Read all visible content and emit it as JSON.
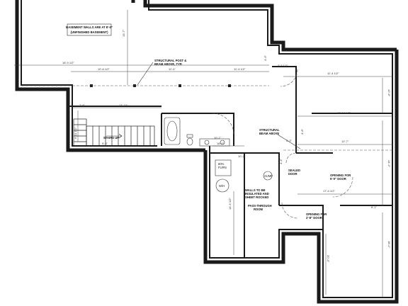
{
  "notes": {
    "basement_walls": [
      "BASEMENT WALLS ARE AT 8'-0\"",
      "(UNFINISHED BASEMENT)"
    ],
    "structural_post": [
      "STRUCTURAL POST &",
      "BEAM ABOVE, TYP."
    ],
    "structural_beam": [
      "STRUCTURAL",
      "BEAM ABOVE"
    ],
    "sealed_door": [
      "SEALED",
      "DOOR"
    ],
    "walls_insulated": [
      "WALLS TO BE",
      "INSULATED AND",
      "SHEET ROCKED"
    ],
    "opening_5ft": [
      "OPENING FOR",
      "5'-0\" DOOR"
    ],
    "opening_2ft": [
      "OPENING FOR",
      "2'-8\" DOOR"
    ],
    "stairs_up": "STAIRS UP",
    "furnace": [
      "80%",
      "FURN"
    ],
    "water_heater": "W/H",
    "sump": "SUMP",
    "passthrough": [
      "PASS-THROUGH",
      "ROOM"
    ]
  },
  "dimensions": {
    "d_13_7": "13'-7\"",
    "d_18_9": "18'-9 1/2\"",
    "d_10_6": "10'-6 1/2\"",
    "d_11_4a": "11'-4\"",
    "d_11_4b": "11'-4 1/2\"",
    "d_4_5": "4'-5\"",
    "d_3_5": "3'-5 1/2\"",
    "d_11_4c": "11'-4 1/2\"",
    "d_12_6": "12'-6\"",
    "d_7_6": "7'-6\"",
    "d_13_10": "13'-10\"",
    "d_13_10b": "13'-10 1/2\"",
    "d_6_11": "6'-11 1/2\"",
    "d_9_6": "9'-6\"",
    "d_16_0": "16'-0\"",
    "d_4_8": "4'-8\"",
    "d_12_7": "12'-7\"",
    "d_14_2": "14'-2\"",
    "d_17_4": "17'-4 1/2\"",
    "d_6_1": "6'-1\"",
    "d_10_2": "10'-2\"",
    "d_5_3": "5'-3\"",
    "d_4_4": "4'-4\"",
    "d_18_1": "18'-1\"",
    "d_14_5": "14'-5 1/2\"",
    "d_10_1": "10'-1\"",
    "d_20_4": "20'-4\""
  }
}
